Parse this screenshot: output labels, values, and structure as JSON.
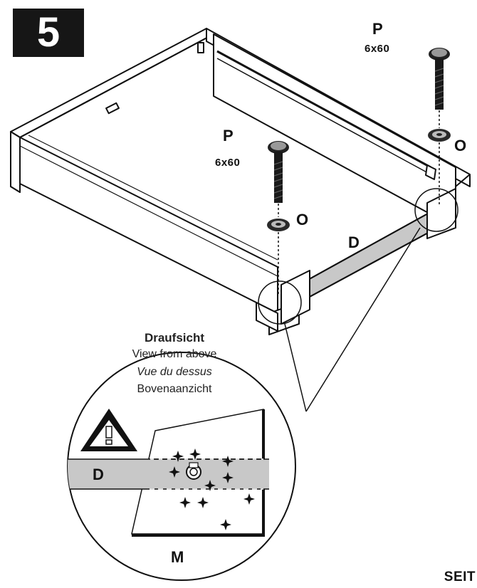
{
  "step": {
    "number": "5"
  },
  "parts": {
    "screw_right": {
      "letter": "P",
      "size": "6x60"
    },
    "screw_left": {
      "letter": "P",
      "size": "6x60"
    },
    "washer_right": "O",
    "washer_left": "O",
    "rail": "D"
  },
  "detail": {
    "title_de": "Draufsicht",
    "title_en": "View from above",
    "title_fr": "Vue du dessus",
    "title_nl": "Bovenaanzicht",
    "rail_label": "D",
    "panel_label": "M"
  },
  "footer": {
    "page_mark": "SEIT"
  },
  "icons": {
    "warning": "warning-triangle-icon"
  }
}
